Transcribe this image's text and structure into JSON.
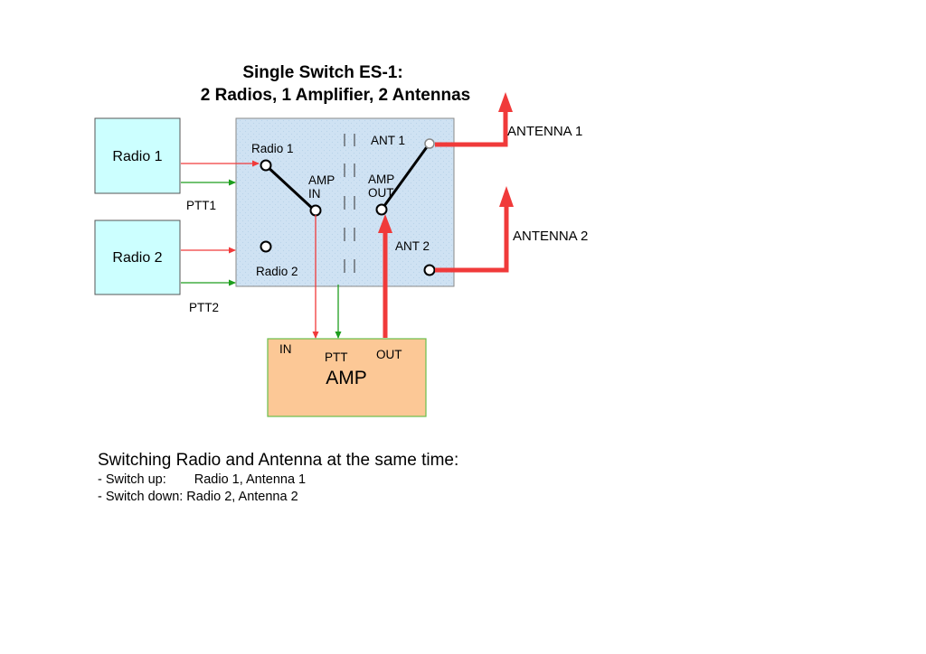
{
  "title": {
    "line1": "Single Switch ES-1:",
    "line2": "2 Radios, 1 Amplifier, 2 Antennas"
  },
  "radios": [
    {
      "label": "Radio 1",
      "ptt_label": "PTT1"
    },
    {
      "label": "Radio 2",
      "ptt_label": "PTT2"
    }
  ],
  "switch_box": {
    "port_radio1": "Radio 1",
    "port_radio2": "Radio 2",
    "port_amp_in": "AMP\nIN",
    "port_amp_in_line1": "AMP",
    "port_amp_in_line2": "IN",
    "port_amp_out_line1": "AMP",
    "port_amp_out_line2": "OUT",
    "port_ant1": "ANT 1",
    "port_ant2": "ANT 2"
  },
  "amplifier": {
    "label": "AMP",
    "in_label": "IN",
    "ptt_label": "PTT",
    "out_label": "OUT"
  },
  "antennas": [
    {
      "label": "ANTENNA 1"
    },
    {
      "label": "ANTENNA 2"
    }
  ],
  "notes": {
    "heading": "Switching Radio and Antenna at the same time:",
    "up_prefix": "- Switch up:",
    "up_value": "Radio 1, Antenna 1",
    "down_prefix": "- Switch down:",
    "down_value": "Radio 2, Antenna 2"
  },
  "colors": {
    "radio_fill": "#ccffff",
    "switch_fill": "#cfe2f3",
    "amp_fill": "#fcc896",
    "amp_border": "#6abf4b",
    "signal_red": "#f03a3a",
    "ptt_green": "#1e9e1e"
  }
}
